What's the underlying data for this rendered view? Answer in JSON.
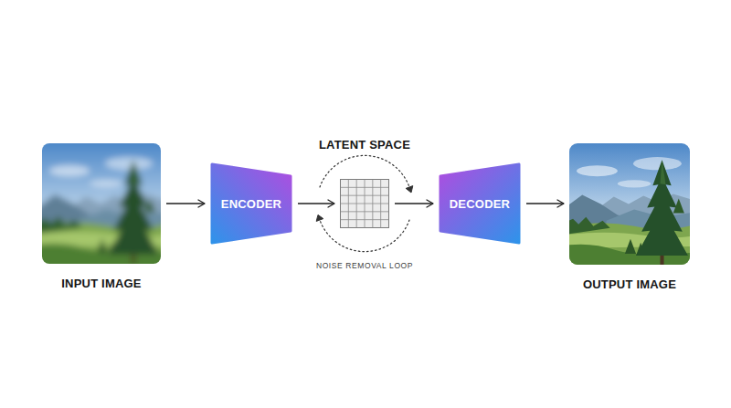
{
  "diagram": {
    "nodes": [
      {
        "text": [
          "INPUT IMAGE"
        ]
      },
      {
        "text": [
          "ENCODER"
        ]
      },
      {
        "text": [
          "LATENT SPACE"
        ]
      },
      {
        "text": [
          "DECODER"
        ]
      },
      {
        "text": [
          "OUTPUT IMAGE"
        ]
      }
    ],
    "edges": [
      {
        "from": 0,
        "to": 1,
        "arrow": "to"
      },
      {
        "from": 1,
        "to": 2,
        "arrow": "to"
      },
      {
        "from": 2,
        "to": 3,
        "arrow": "to"
      },
      {
        "from": 3,
        "to": 4,
        "arrow": "to"
      }
    ],
    "labels": [
      "NOISE REMOVAL LOOP"
    ]
  }
}
